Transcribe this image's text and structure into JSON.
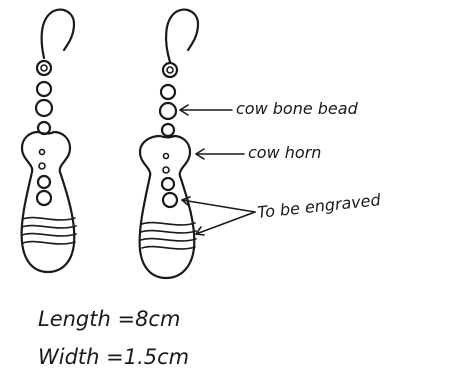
{
  "annotations": {
    "bead": "cow bone bead",
    "horn": "cow horn",
    "engraved": "To be engraved"
  },
  "dimensions": {
    "length": "Length =8cm",
    "width": "Width =1.5cm"
  }
}
